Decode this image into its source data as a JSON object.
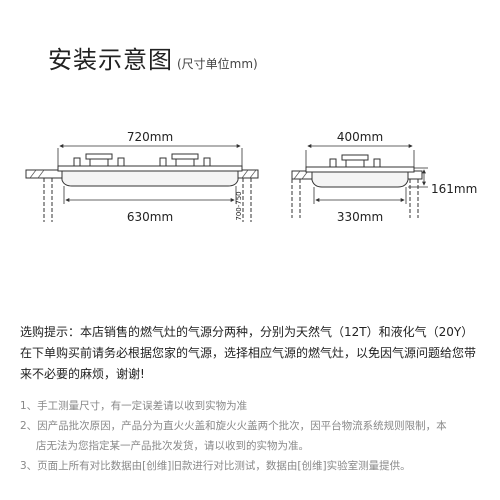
{
  "header": {
    "title": "安装示意图",
    "subtitle": "(尺寸单位mm)"
  },
  "diagram_left": {
    "top_width": "720mm",
    "cutout_width": "630mm",
    "cutout_depth_range": "700-750"
  },
  "diagram_right": {
    "top_depth": "400mm",
    "cutout_depth": "330mm",
    "height": "161mm"
  },
  "notice": {
    "text": "选购提示：本店销售的燃气灶的气源分两种，分别为天然气（12T）和液化气（20Y）在下单购买前请务必根据您家的气源，选择相应气源的燃气灶，以免因气源问题给您带来不必要的麻烦，谢谢!"
  },
  "notes": {
    "line1": "1、手工测量尺寸，有一定误差请以收到实物为准",
    "line2a": "2、因产品批次原因，产品分为直火火盖和旋火火盖两个批次，因平台物流系统规则限制，本",
    "line2b": "店无法为您指定某一产品批次发货，请以收到的实物为准。",
    "line3": "3、页面上所有对比数据由[创维]旧款进行对比测试，数据由[创维]实验室测量提供。"
  },
  "colors": {
    "text": "#222222",
    "note_text": "#888888",
    "line": "#333333",
    "stove_fill": "#f4f4f4"
  }
}
